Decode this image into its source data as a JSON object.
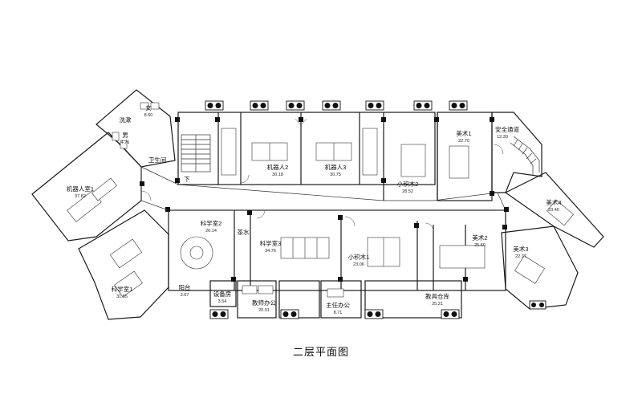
{
  "title": "二层平面图",
  "rooms": [
    {
      "id": "nv",
      "name": "女",
      "area": "8.60"
    },
    {
      "id": "xishu",
      "name": "洗漱",
      "area": ""
    },
    {
      "id": "nan",
      "name": "男",
      "area": "4.76"
    },
    {
      "id": "weisheng",
      "name": "卫生间",
      "area": ""
    },
    {
      "id": "jiqiren1",
      "name": "机器人室1",
      "area": "37.82"
    },
    {
      "id": "kexue1",
      "name": "科学室1",
      "area": "31.55"
    },
    {
      "id": "yangtai",
      "name": "阳台",
      "area": "3.67"
    },
    {
      "id": "kexue2",
      "name": "科学室2",
      "area": "26.14"
    },
    {
      "id": "chashui",
      "name": "茶水",
      "area": ""
    },
    {
      "id": "shebei",
      "name": "设备房",
      "area": "3.54"
    },
    {
      "id": "jiaoshi",
      "name": "教师办公",
      "area": "20.01"
    },
    {
      "id": "kexue3",
      "name": "科学室3",
      "area": "34.76"
    },
    {
      "id": "zhuren",
      "name": "主任办公",
      "area": "8.71"
    },
    {
      "id": "jiqiren2",
      "name": "机器人2",
      "area": "30.18"
    },
    {
      "id": "jiqiren3",
      "name": "机器人3",
      "area": "30.75"
    },
    {
      "id": "xiao1",
      "name": "小积木1",
      "area": "23.06"
    },
    {
      "id": "xiao2",
      "name": "小积木2",
      "area": "28.52"
    },
    {
      "id": "meishu1",
      "name": "美术1",
      "area": "22.70"
    },
    {
      "id": "anquan",
      "name": "安全通道",
      "area": "12.39"
    },
    {
      "id": "meishu2",
      "name": "美术2",
      "area": "25.60"
    },
    {
      "id": "meishu3",
      "name": "美术3",
      "area": "22.77"
    },
    {
      "id": "meishu4",
      "name": "美术4",
      "area": "23.46"
    },
    {
      "id": "jiaoju",
      "name": "教具仓库",
      "area": "25.21"
    }
  ],
  "labels": {
    "stair_down": "下"
  }
}
